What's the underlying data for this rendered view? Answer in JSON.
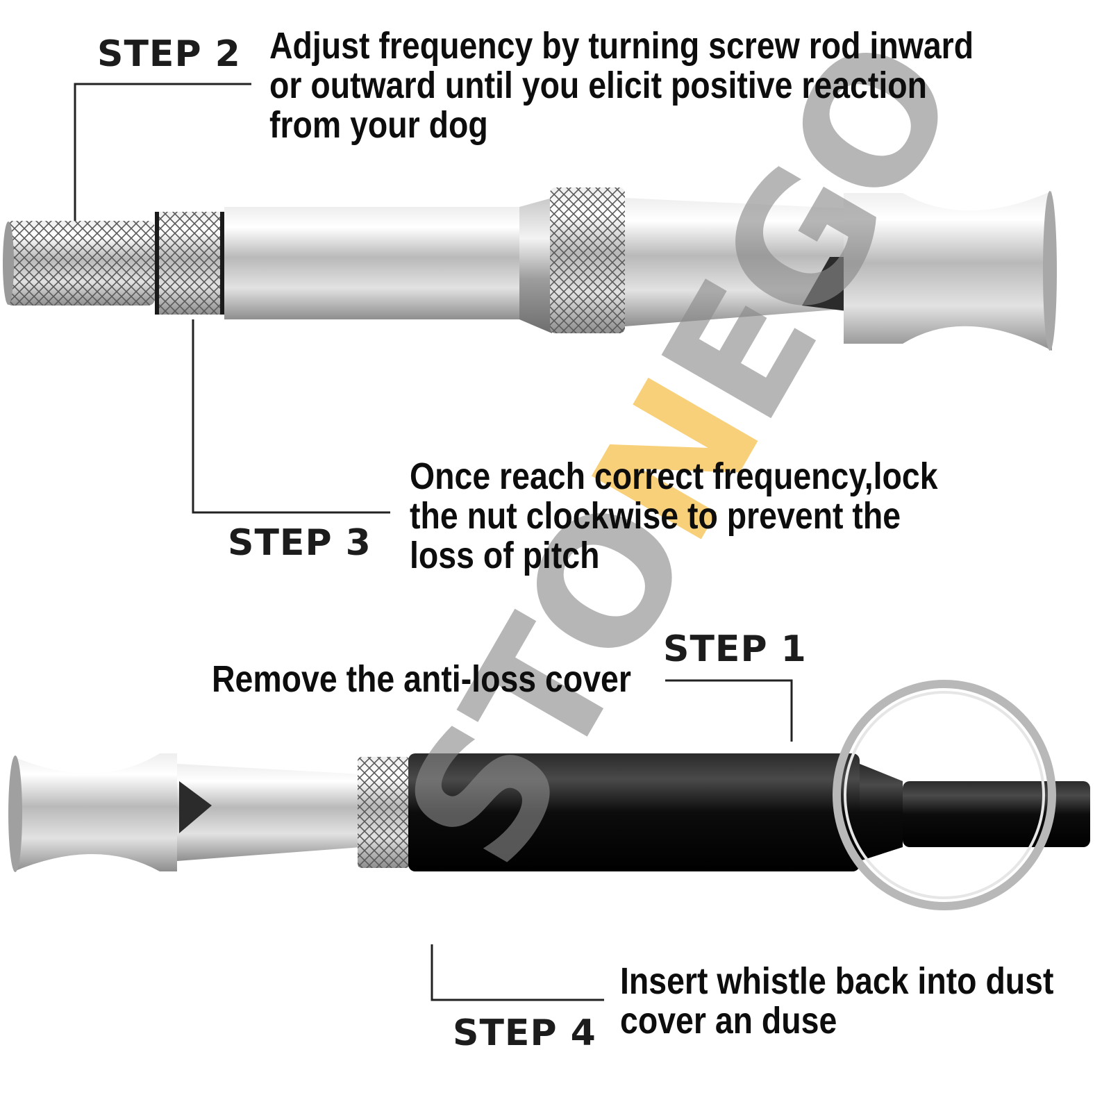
{
  "steps": {
    "step1": {
      "label": "STEP 1",
      "lines": [
        "Remove the anti-loss cover"
      ]
    },
    "step2": {
      "label": "STEP 2",
      "lines": [
        "Adjust frequency by turning screw rod inward",
        "or outward until you elicit positive reaction",
        "from your dog"
      ]
    },
    "step3": {
      "label": "STEP 3",
      "lines": [
        "Once reach correct frequency,lock",
        "the nut clockwise to prevent the",
        "loss of pitch"
      ]
    },
    "step4": {
      "label": "STEP 4",
      "lines": [
        "Insert whistle back into dust",
        "cover an duse"
      ]
    }
  },
  "watermark": {
    "part1": "STO",
    "accent": "N",
    "part2": "EGO",
    "accent_color": "#f5b428"
  },
  "colors": {
    "text": "#0d0d0d",
    "metal": "#c4c4c4",
    "cover": "#111111"
  }
}
